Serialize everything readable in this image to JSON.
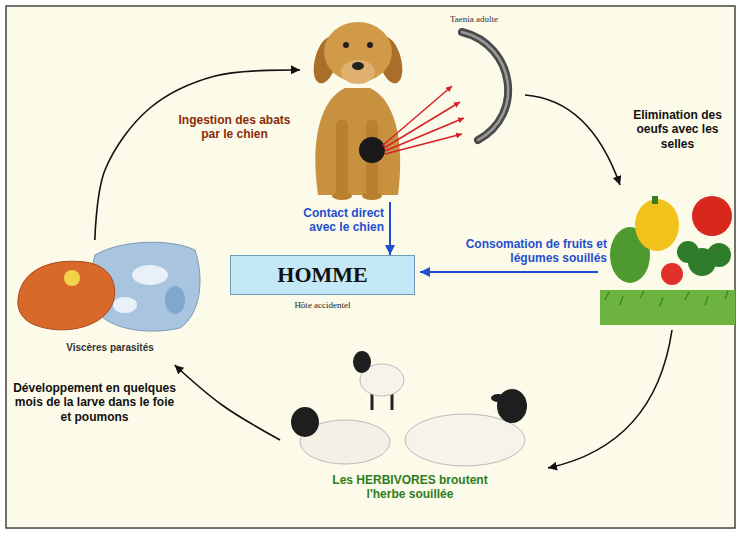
{
  "diagram": {
    "nodes": [
      {
        "text": [
          "Taenia adulte"
        ]
      },
      {
        "text": [
          "HOMME",
          "Hôte accidentel"
        ]
      },
      {
        "text": [
          "Viscères parasités"
        ]
      },
      {
        "text": [
          "Les HERBIVORES broutent l'herbe souillée"
        ]
      }
    ],
    "edges": [
      {
        "from": 0,
        "to": 1,
        "label": "Contact direct avec le chien",
        "arrow": "to"
      },
      {
        "from": 3,
        "to": 2,
        "label": "Développement en quelques mois de la larve dans le foie et poumons",
        "arrow": "to"
      },
      {
        "from": 2,
        "to": 0,
        "label": "Ingestion des abats par le chien",
        "arrow": "to"
      }
    ],
    "labels": [
      "Elimination des oeufs avec les selles",
      "Consomation de fruits et légumes souillés"
    ]
  }
}
